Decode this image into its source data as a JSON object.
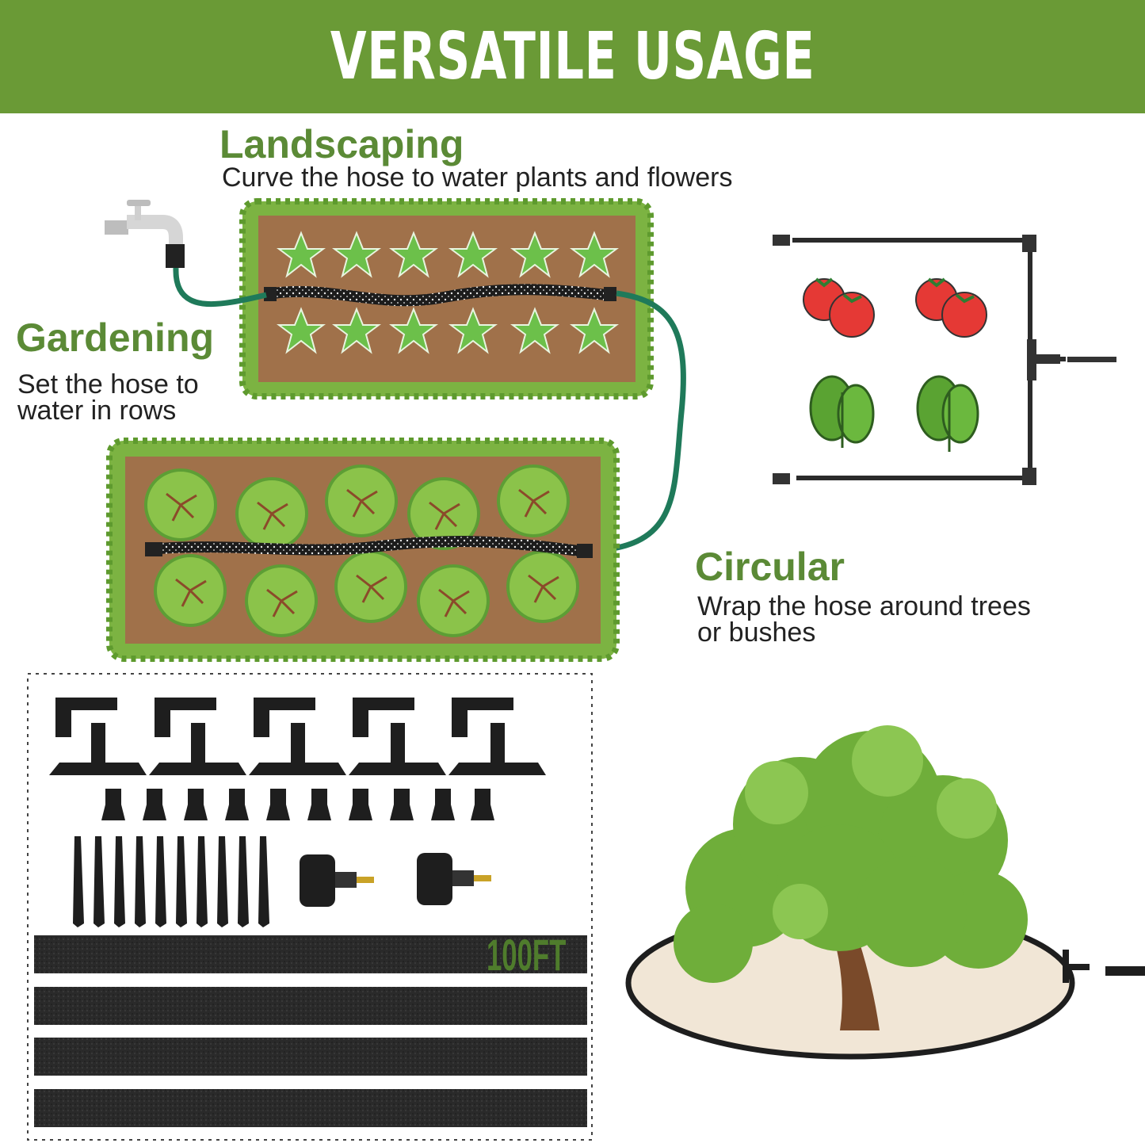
{
  "banner": {
    "title": "VERSATILE USAGE",
    "color": "#6a9a36"
  },
  "landscaping": {
    "title": "Landscaping",
    "desc": "Curve the hose to water plants and flowers"
  },
  "gardening": {
    "title": "Gardening",
    "desc_line1": "Set the hose to",
    "desc_line2": "water in rows"
  },
  "circular": {
    "title": "Circular",
    "desc_line1": "Wrap the hose around trees",
    "desc_line2": "or bushes"
  },
  "kit": {
    "hose_length": "100FT"
  },
  "icons": [
    "faucet-icon",
    "tomato-icon",
    "spinach-icon",
    "tree-icon"
  ]
}
